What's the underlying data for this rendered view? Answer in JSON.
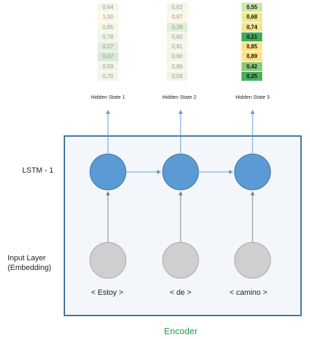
{
  "hidden_states": [
    {
      "label": "Hidden State 1",
      "values": [
        "0,64",
        "1,00",
        "0,85",
        "0,78",
        "0,27",
        "0,07",
        "0,59",
        "0,70"
      ],
      "colors": [
        "#eef5e5",
        "#fff6dd",
        "#f2f5e3",
        "#eef4e2",
        "#dcecd6",
        "#cfe6d1",
        "#edf4e1",
        "#f0f4e2"
      ]
    },
    {
      "label": "Hidden State 2",
      "values": [
        "0,62",
        "0,97",
        "0,28",
        "0,60",
        "0,81",
        "0,60",
        "0,86",
        "0,59"
      ],
      "colors": [
        "#eef5e4",
        "#fff6dd",
        "#d8eccf",
        "#ecf4e2",
        "#f5f5e2",
        "#ecf4e2",
        "#f6f5e0",
        "#ebf3e0"
      ]
    },
    {
      "label": "Hidden State 3",
      "values": [
        "0,55",
        "0,68",
        "0,74",
        "0,21",
        "0,85",
        "0,89",
        "0,42",
        "0,25"
      ],
      "colors": [
        "#cde7a7",
        "#f0e98a",
        "#f6e58a",
        "#41a85a",
        "#fbe38a",
        "#fde28a",
        "#8cc97c",
        "#4bad60"
      ]
    }
  ],
  "labels": {
    "lstm": "LSTM - 1",
    "input_line1": "Input Layer",
    "input_line2": "(Embedding)",
    "encoder": "Encoder"
  },
  "tokens": [
    "< Estoy >",
    "< de >",
    "< camino >"
  ],
  "colors": {
    "lstm_node": "#5b9bd5",
    "lstm_stroke": "#41719c",
    "input_node": "#d0cece",
    "input_stroke": "#a6a6a6",
    "arrow_up": "#5b9bd5",
    "box_border": "#41719c",
    "encoder_text": "#1e9e4a"
  }
}
